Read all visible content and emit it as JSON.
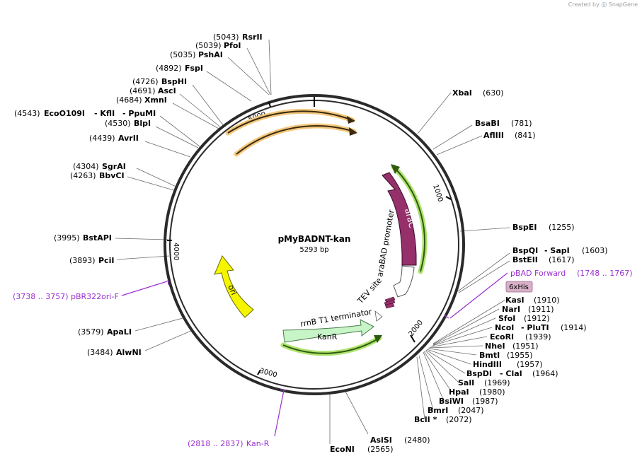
{
  "credit": {
    "prefix": "Created by",
    "brand": "SnapGene"
  },
  "plasmid": {
    "name": "pMyBADNT-kan",
    "length_label": "5293 bp",
    "length_bp": 5293
  },
  "ticks": [
    "1000",
    "2000",
    "3000",
    "4000",
    "5000"
  ],
  "features": {
    "araC": "araC",
    "araBAD": "araBAD promoter",
    "tev": "TEV site",
    "rrnb": "rrnB T1 terminator",
    "kanr": "KanR",
    "ori": "ori",
    "hisbox": "6xHis"
  },
  "primers": [
    {
      "range": "(3738 .. 3757)",
      "name": "pBR322ori-F"
    },
    {
      "range": "(2818 .. 2837)",
      "name": "Kan-R"
    },
    {
      "name": "pBAD Forward",
      "range": "(1748 .. 1767)"
    }
  ],
  "sites_left": [
    {
      "pos": "(5043)",
      "name": "RsrII"
    },
    {
      "pos": "(5039)",
      "name": "PfoI"
    },
    {
      "pos": "(5035)",
      "name": "PshAI"
    },
    {
      "pos": "(4892)",
      "name": "FspI"
    },
    {
      "pos": "(4726)",
      "name": "BspHI"
    },
    {
      "pos": "(4691)",
      "name": "AscI"
    },
    {
      "pos": "(4684)",
      "name": "XmnI"
    },
    {
      "pos": "(4543)",
      "name": "EcoO109I",
      "extra1": "- KflI",
      "extra2": "- PpuMI"
    },
    {
      "pos": "(4530)",
      "name": "BlpI"
    },
    {
      "pos": "(4439)",
      "name": "AvrII"
    },
    {
      "pos": "(4304)",
      "name": "SgrAI"
    },
    {
      "pos": "(4263)",
      "name": "BbvCI"
    },
    {
      "pos": "(3995)",
      "name": "BstAPI"
    },
    {
      "pos": "(3893)",
      "name": "PciI"
    },
    {
      "pos": "(3579)",
      "name": "ApaLI"
    },
    {
      "pos": "(3484)",
      "name": "AlwNI"
    }
  ],
  "sites_right": [
    {
      "name": "XbaI",
      "pos": "(630)"
    },
    {
      "name": "BsaBI",
      "pos": "(781)"
    },
    {
      "name": "AflIII",
      "pos": "(841)"
    },
    {
      "name": "BspEI",
      "pos": "(1255)"
    },
    {
      "name": "BspQI",
      "extra": "- SapI",
      "pos": "(1603)"
    },
    {
      "name": "BstEII",
      "pos": "(1617)"
    },
    {
      "name": "KasI",
      "pos": "(1910)"
    },
    {
      "name": "NarI",
      "pos": "(1911)"
    },
    {
      "name": "SfoI",
      "pos": "(1912)"
    },
    {
      "name": "NcoI",
      "extra": "- PluTI",
      "pos": "(1914)"
    },
    {
      "name": "EcoRI",
      "pos": "(1939)"
    },
    {
      "name": "NheI",
      "pos": "(1951)"
    },
    {
      "name": "BmtI",
      "pos": "(1955)"
    },
    {
      "name": "HindIII",
      "pos": "(1957)"
    },
    {
      "name": "BspDI",
      "extra": "- ClaI",
      "pos": "(1964)"
    },
    {
      "name": "SalI",
      "pos": "(1969)"
    },
    {
      "name": "HpaI",
      "pos": "(1980)"
    },
    {
      "name": "BsiWI",
      "pos": "(1987)"
    },
    {
      "name": "BmrI",
      "pos": "(2047)"
    },
    {
      "name": "BclI *",
      "pos": "(2072)"
    },
    {
      "name": "AsiSI",
      "pos": "(2480)"
    },
    {
      "name": "EcoNI",
      "pos": "(2565)"
    }
  ],
  "colors": {
    "backbone": "#2a2a2a",
    "arac": "#96306a",
    "kanr": "#c8f5c8",
    "ori": "#f5f500",
    "orange_halo": "#f3c77c",
    "green_halo": "#aee36e",
    "primer": "#9b30d0",
    "his_box": "#d8b0c8"
  }
}
